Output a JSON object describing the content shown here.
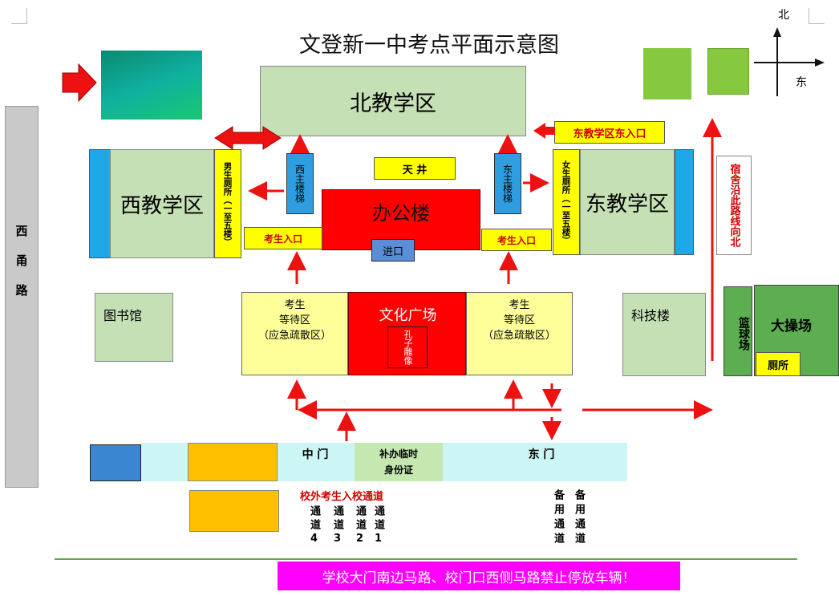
{
  "title": "文登新一中考点平面示意图",
  "compass": {
    "north": "北",
    "east": "东"
  },
  "buildings": {
    "north_teaching": "北教学区",
    "west_teaching": "西教学区",
    "east_teaching": "东教学区",
    "office": "办公楼",
    "patio": "天  井",
    "office_entrance": "进口",
    "west_stairs": "西主楼梯",
    "east_stairs": "东主楼梯",
    "west_exam_entrance": "考生入口",
    "east_exam_entrance": "考生入口",
    "male_toilet": "男生厕所（一至五楼）",
    "female_toilet": "女生厕所（一至五楼）",
    "east_zone_entrance": "东教学区东入口",
    "dorm_route": "宿舍沿此路线向北",
    "library": "图书馆",
    "science_building": "科技楼",
    "basketball": "篮球场",
    "playground": "大操场",
    "toilet": "厕所",
    "culture_square": "文化广场",
    "confucius": "孔子雕像",
    "waiting_left": {
      "line1": "考生",
      "line2": "等待区",
      "line3": "（应急疏散区）"
    },
    "waiting_right": {
      "line1": "考生",
      "line2": "等待区",
      "line3": "（应急疏散区）"
    }
  },
  "road": "西甬路",
  "gates": {
    "middle": "中  门",
    "temp_id": {
      "line1": "补办临时",
      "line2": "身份证"
    },
    "east": "东    门"
  },
  "channels": {
    "heading": "校外考生入校通道",
    "items": [
      "通道4",
      "通道3",
      "通道2",
      "通道1"
    ],
    "backup": [
      "备用通道",
      "备用通道"
    ]
  },
  "notice": "学校大门南边马路、校门口西侧马路禁止停放车辆！"
}
